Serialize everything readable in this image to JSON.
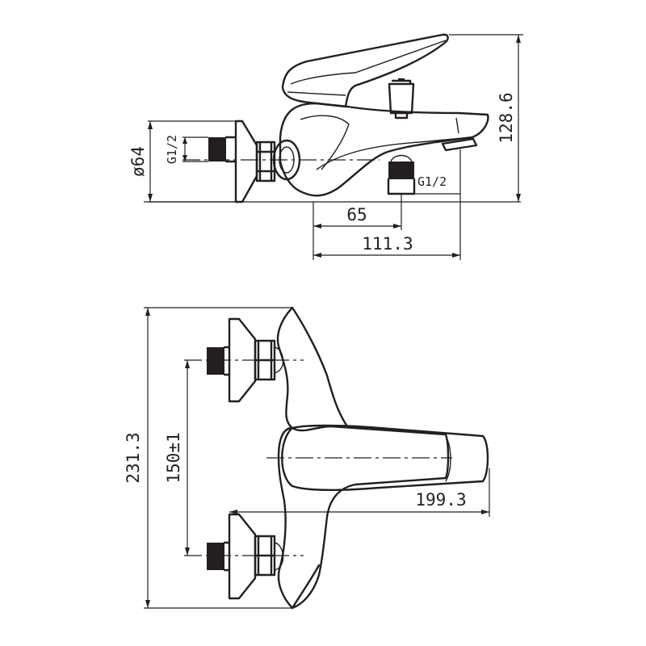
{
  "dimensions": {
    "outlet_diameter": "ø64",
    "inlet_thread_left": "G1/2",
    "inlet_thread_outlet": "G1/2",
    "spout_offset": "65",
    "spout_length": "111.3",
    "overall_height": "128.6",
    "overall_width": "231.3",
    "inlet_spacing": "150±1",
    "projection": "199.3"
  }
}
